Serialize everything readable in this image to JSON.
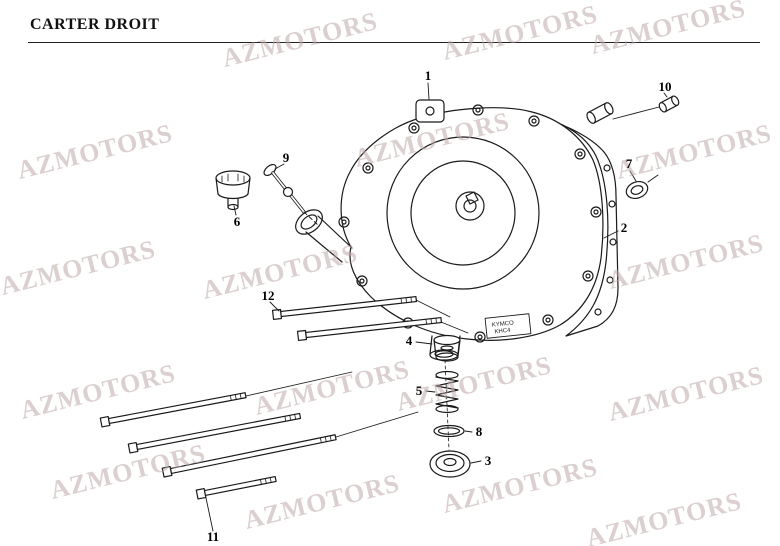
{
  "title": "CARTER DROIT",
  "watermark": {
    "text": "AZMOTORS"
  },
  "marking": {
    "line1": "KYMCO",
    "line2": "KHC4"
  },
  "colors": {
    "ink": "#1a1a1a",
    "watermark": "#bfa8a8",
    "background": "#ffffff"
  },
  "callouts": [
    {
      "label": "1"
    },
    {
      "label": "2"
    },
    {
      "label": "3"
    },
    {
      "label": "4"
    },
    {
      "label": "5"
    },
    {
      "label": "6"
    },
    {
      "label": "7"
    },
    {
      "label": "8"
    },
    {
      "label": "9"
    },
    {
      "label": "10"
    },
    {
      "label": "11"
    },
    {
      "label": "12"
    }
  ]
}
